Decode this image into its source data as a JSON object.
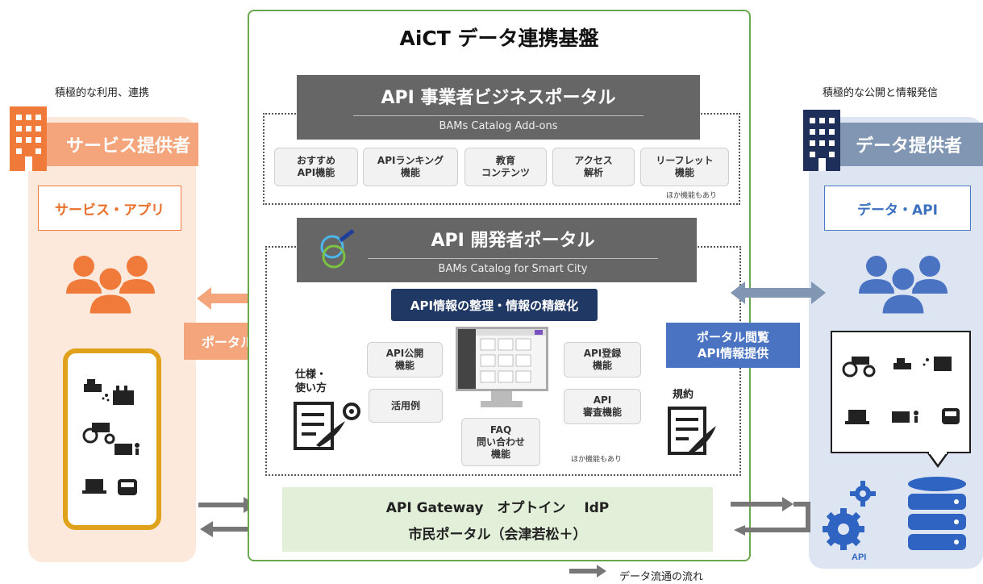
{
  "title": "AiCT データ連携基盤",
  "left": {
    "caption": "積極的な利用、連携",
    "header": "サービス提供者",
    "app_label": "サービス・アプリ",
    "portal_label": "ポータル閲覧"
  },
  "right": {
    "caption": "積極的な公開と情報発信",
    "header": "データ提供者",
    "api_label": "データ・API",
    "portal_label_line1": "ポータル閲覧",
    "portal_label_line2": "API情報提供",
    "db_label": "API"
  },
  "business_portal": {
    "title": "API 事業者ビジネスポータル",
    "subtitle": "BAMs Catalog Add-ons",
    "features": [
      {
        "line1": "おすすめ",
        "line2": "API機能"
      },
      {
        "line1": "APIランキング",
        "line2": "機能"
      },
      {
        "line1": "教育",
        "line2": "コンテンツ"
      },
      {
        "line1": "アクセス",
        "line2": "解析"
      },
      {
        "line1": "リーフレット",
        "line2": "機能"
      }
    ],
    "note": "ほか機能もあり"
  },
  "developer_portal": {
    "title": "API 開発者ポータル",
    "subtitle": "BAMs Catalog for Smart City",
    "banner": "API情報の整理・情報の精緻化",
    "spec_line1": "仕様・",
    "spec_line2": "使い方",
    "terms": "規約",
    "features": {
      "publish_line1": "API公開",
      "publish_line2": "機能",
      "usecase": "活用例",
      "register_line1": "API登録",
      "register_line2": "機能",
      "review_line1": "API",
      "review_line2": "審査機能",
      "faq_line1": "FAQ",
      "faq_line2": "問い合わせ",
      "faq_line3": "機能"
    },
    "note": "ほか機能もあり"
  },
  "gateway": {
    "line1": "API Gateway　オプトイン　 IdP",
    "line2": "市民ポータル（会津若松＋）"
  },
  "legend": "データ流通の流れ",
  "colors": {
    "orange": "#f4a57b",
    "navy": "#203864",
    "green_border": "#6aa84f",
    "gateway_bg": "#e2efd9",
    "slate": "#8096b3",
    "blue": "#4a73c2"
  }
}
